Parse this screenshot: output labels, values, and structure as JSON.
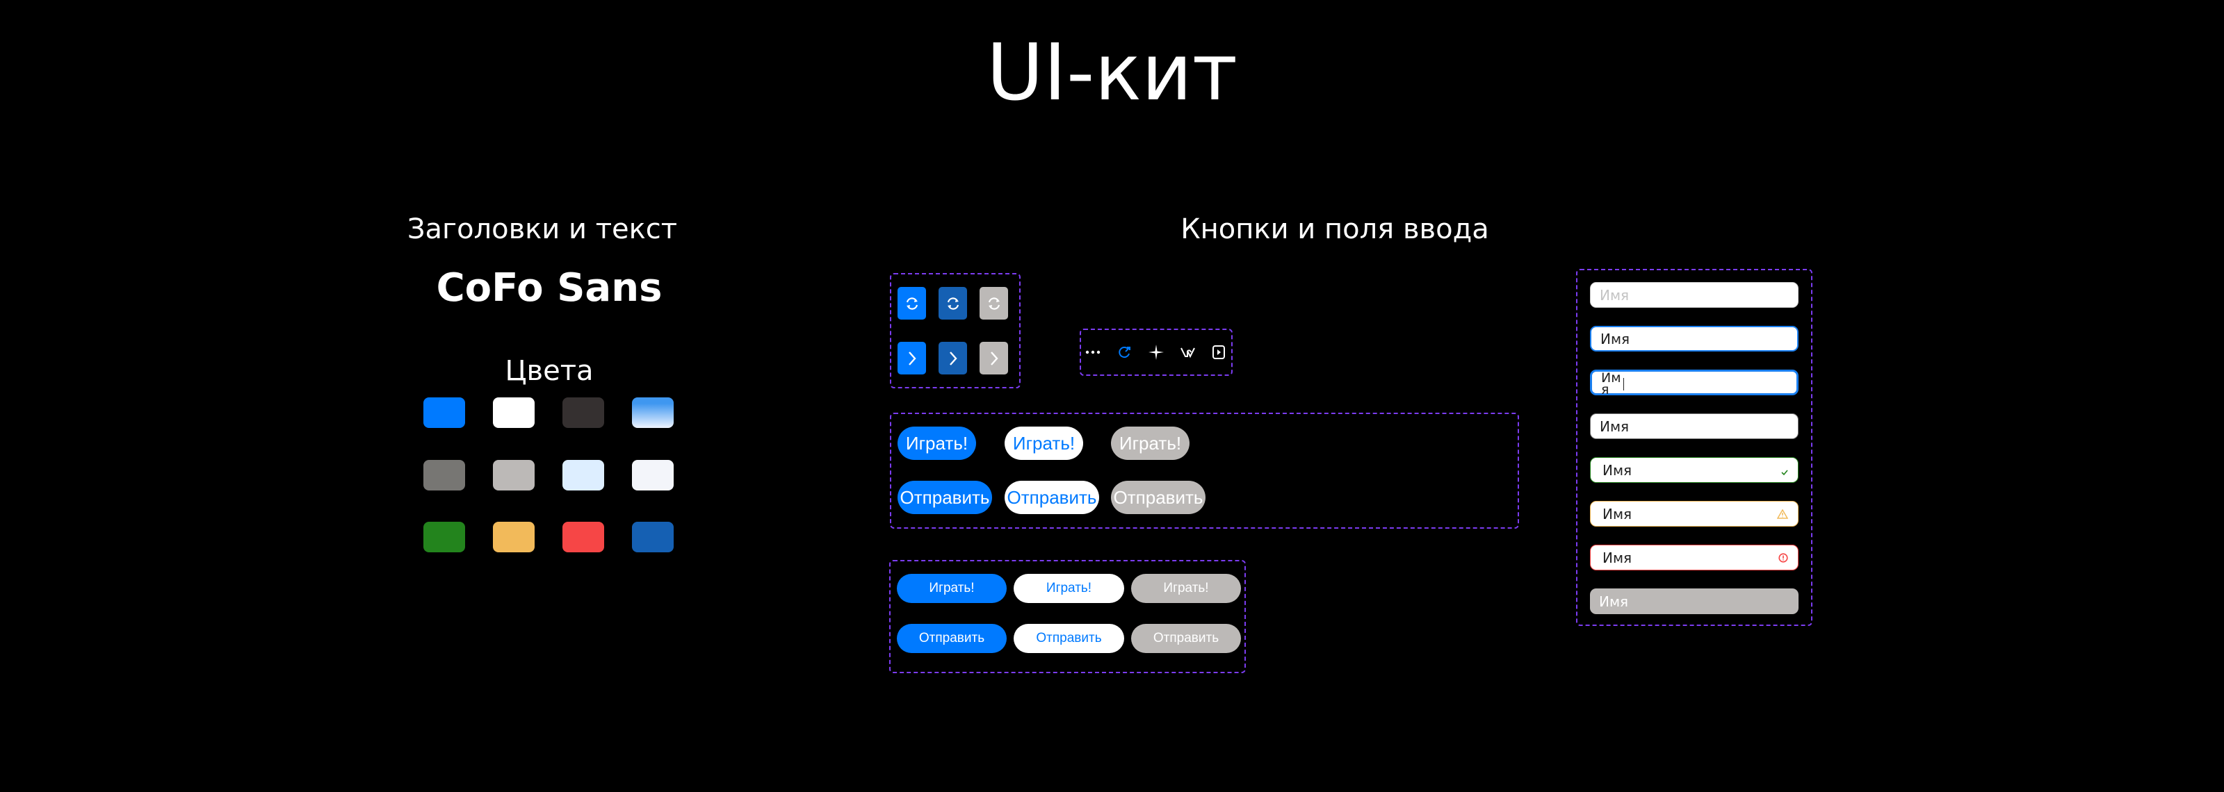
{
  "title": "UI-кит",
  "left": {
    "heading": "Заголовки и текст",
    "font_name": "CoFo Sans",
    "colors_heading": "Цвета",
    "colors": [
      "#007AFF",
      "#FFFFFF",
      "#353030",
      "gradient:#3F97F0-#EEF4FF",
      "#777673",
      "#BCB9B7",
      "#DDEEFF",
      "#F3F5FA",
      "#23841D",
      "#F2BA5A",
      "#F64646",
      "#1560B3"
    ]
  },
  "right": {
    "heading": "Кнопки и поля ввода",
    "icon_buttons": [
      "refresh-icon",
      "chevron-right-icon"
    ],
    "social_icons": [
      "more-dots-icon",
      "share-arrow-icon",
      "sparkle-icon",
      "vk-icon",
      "video-play-icon"
    ],
    "large_buttons": {
      "play": "Играть!",
      "send": "Отправить"
    },
    "small_buttons": {
      "play": "Играть!",
      "send": "Отправить"
    },
    "inputs": [
      {
        "state": "placeholder",
        "text": "Имя"
      },
      {
        "state": "focused",
        "text": "Имя"
      },
      {
        "state": "typing",
        "text": "Имя"
      },
      {
        "state": "filled",
        "text": "Имя"
      },
      {
        "state": "success",
        "text": "Имя"
      },
      {
        "state": "warning",
        "text": "Имя"
      },
      {
        "state": "error",
        "text": "Имя"
      },
      {
        "state": "disabled",
        "text": "Имя"
      }
    ]
  },
  "palette": {
    "blue": "#007AFF",
    "dark_blue": "#1560B3",
    "grey": "#BCB9B7",
    "green": "#23841D",
    "yellow": "#F2BA5A",
    "red": "#F64646",
    "dash": "#7B3CF0"
  }
}
